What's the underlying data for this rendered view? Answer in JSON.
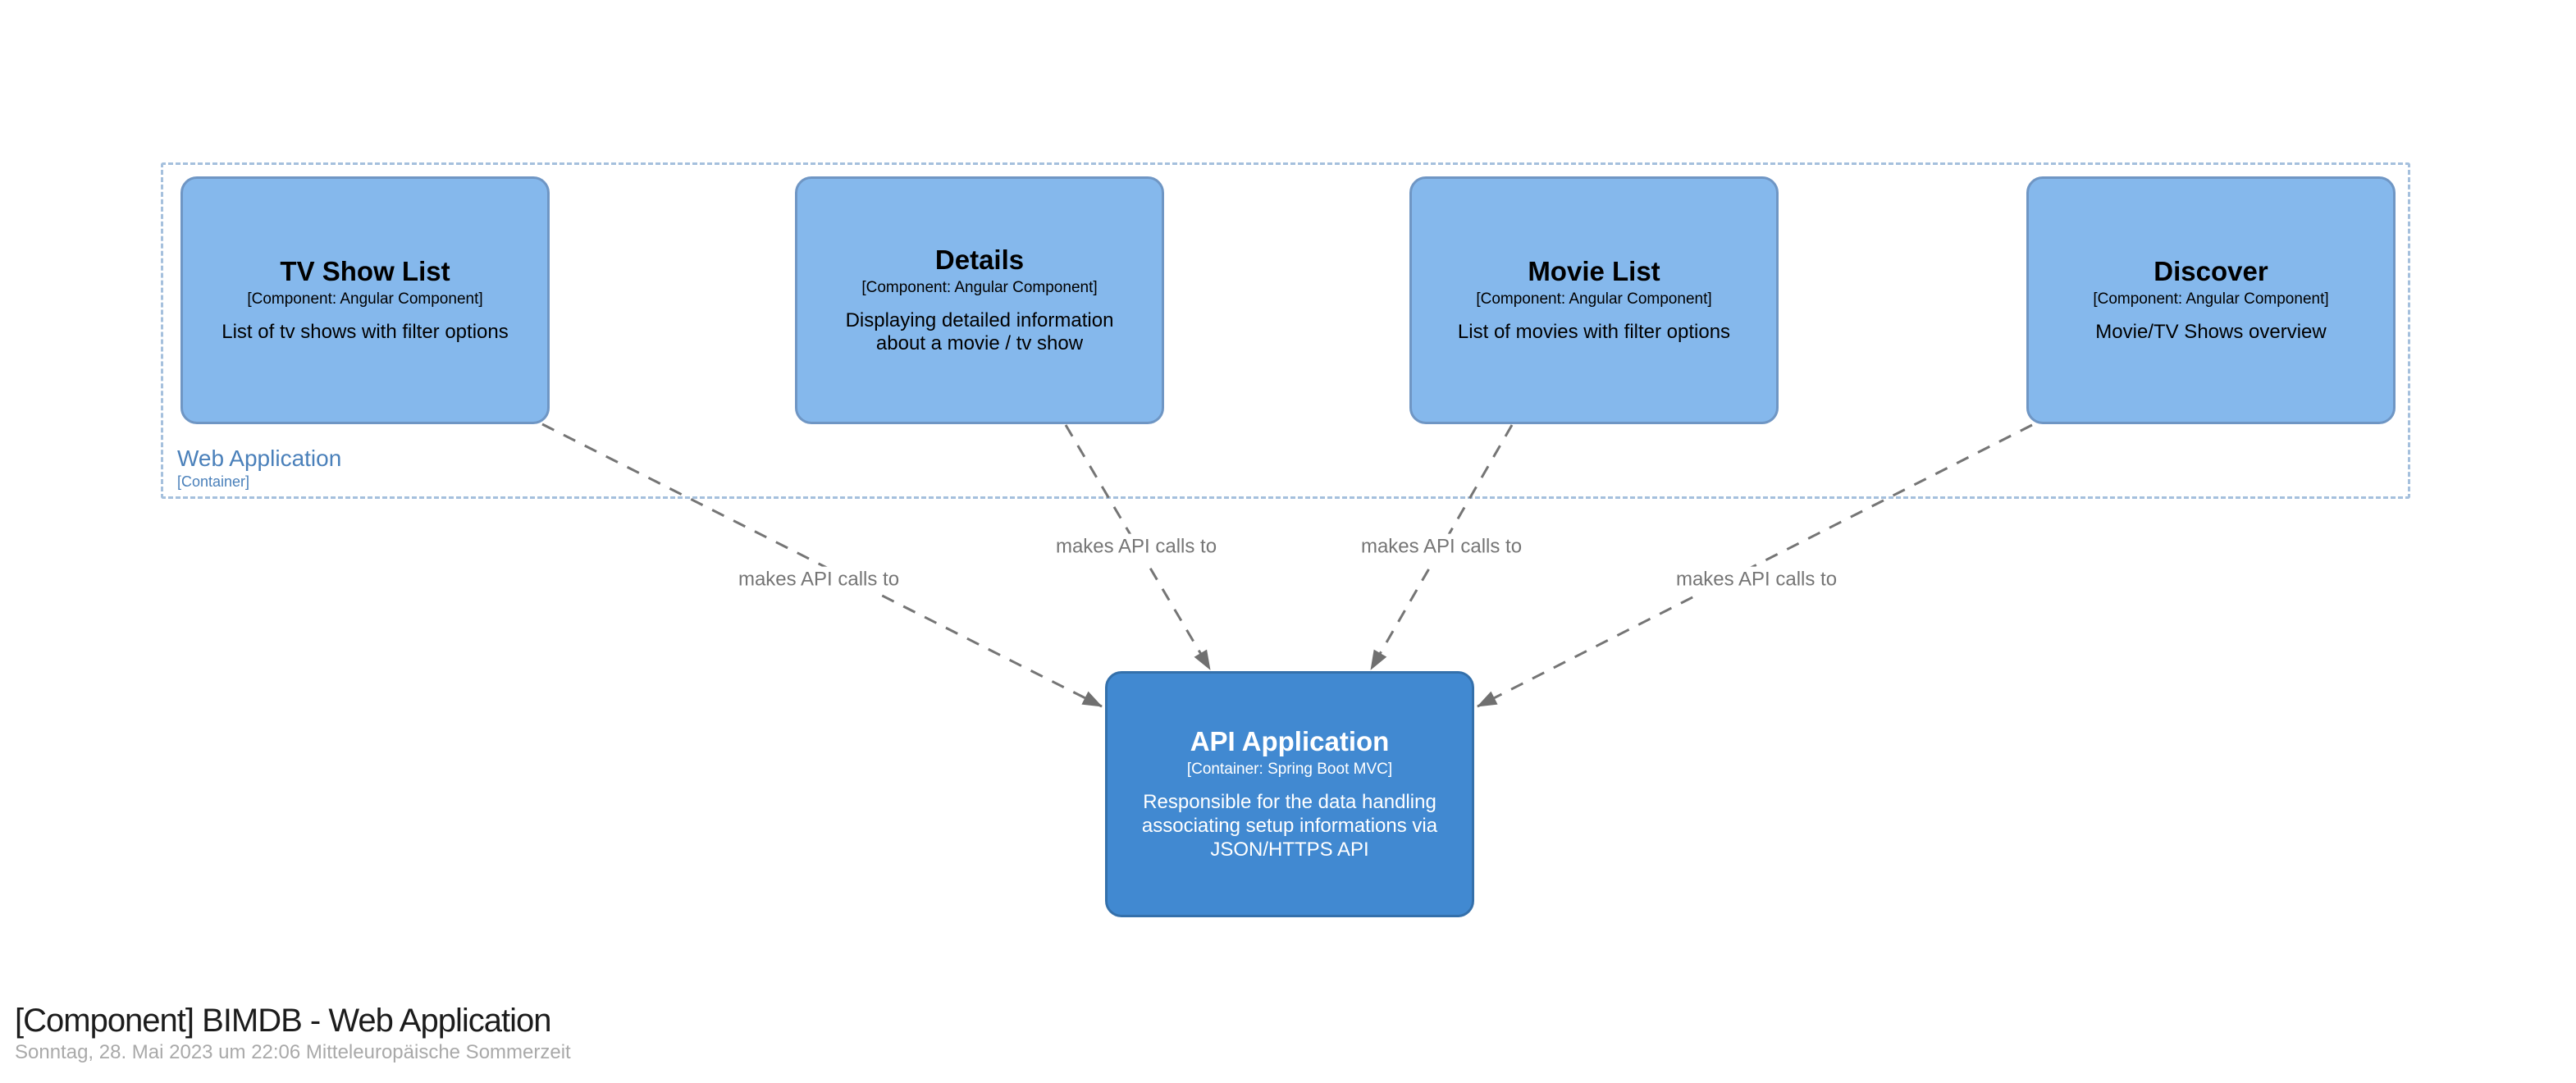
{
  "diagram": {
    "boundary": {
      "label": "Web Application",
      "meta": "[Container]"
    },
    "components": [
      {
        "title": "TV Show List",
        "meta": "[Component: Angular Component]",
        "description": "List of tv shows with filter options"
      },
      {
        "title": "Details",
        "meta": "[Component: Angular Component]",
        "description": "Displaying detailed information about a movie / tv show"
      },
      {
        "title": "Movie List",
        "meta": "[Component: Angular Component]",
        "description": "List of movies with filter options"
      },
      {
        "title": "Discover",
        "meta": "[Component: Angular Component]",
        "description": "Movie/TV Shows overview"
      }
    ],
    "api_application": {
      "title": "API Application",
      "meta": "[Container: Spring Boot MVC]",
      "description": "Responsible for the data handling associating setup informations via JSON/HTTPS API"
    },
    "relationships": [
      {
        "from": "TV Show List",
        "to": "API Application",
        "label": "makes API calls to"
      },
      {
        "from": "Details",
        "to": "API Application",
        "label": "makes API calls to"
      },
      {
        "from": "Movie List",
        "to": "API Application",
        "label": "makes API calls to"
      },
      {
        "from": "Discover",
        "to": "API Application",
        "label": "makes API calls to"
      }
    ],
    "colors": {
      "component_fill": "#85b8ec",
      "component_border": "#6f96c4",
      "container_fill": "#4189d1",
      "container_border": "#3470ab",
      "boundary_dash": "#a5c0dd",
      "boundary_text": "#4a80ba",
      "relationship_gray": "#757575"
    }
  },
  "footer": {
    "title": "[Component] BIMDB - Web Application",
    "timestamp": "Sonntag, 28. Mai 2023 um 22:06 Mitteleuropäische Sommerzeit"
  }
}
